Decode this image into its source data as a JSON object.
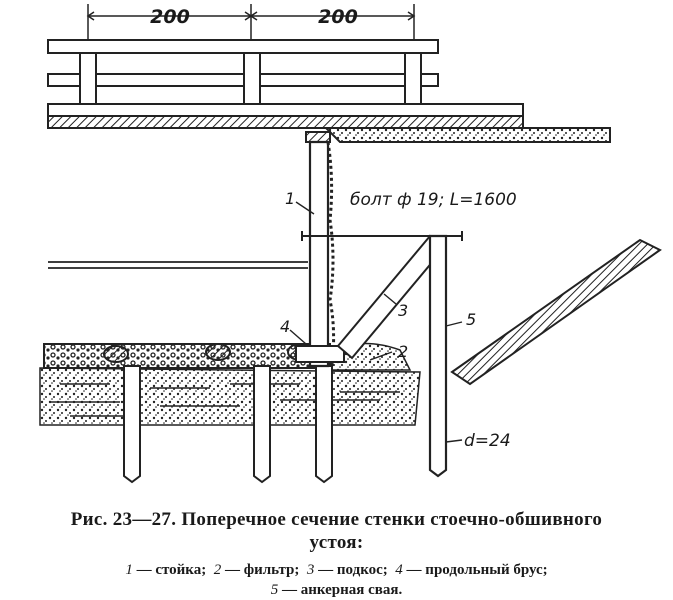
{
  "diagram": {
    "dimensions": [
      "200",
      "200"
    ],
    "bolt_note": "болт ф 19; L=1600",
    "diameter_note": "d=24",
    "part_numbers": [
      "1",
      "2",
      "3",
      "4",
      "5"
    ]
  },
  "caption": {
    "title_line1": "Рис. 23—27. Поперечное сечение стенки стоечно-обшивного",
    "title_line2": "устоя:",
    "legend_line1": [
      {
        "num": "1",
        "text": "— стойка;"
      },
      {
        "num": "2",
        "text": "— фильтр;"
      },
      {
        "num": "3",
        "text": "— подкос;"
      },
      {
        "num": "4",
        "text": "— продольный брус;"
      }
    ],
    "legend_line2": [
      {
        "num": "5",
        "text": "— анкерная свая."
      }
    ]
  }
}
